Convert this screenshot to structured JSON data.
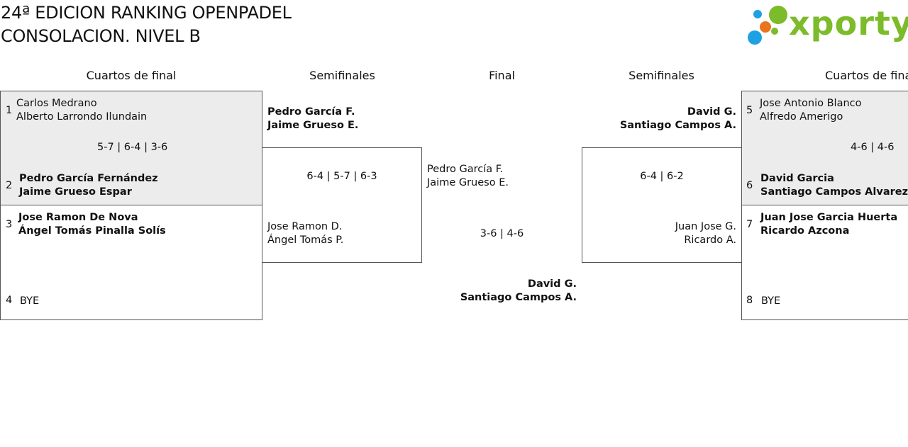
{
  "header": {
    "title_line1": "24ª EDICION RANKING OPENPADEL",
    "title_line2": "CONSOLACION. NIVEL B",
    "logo_text": "xporty"
  },
  "rounds": {
    "qf_left": "Cuartos de final",
    "sf_left": "Semifinales",
    "final": "Final",
    "sf_right": "Semifinales",
    "qf_right": "Cuartos de final"
  },
  "left_qf": {
    "m1": {
      "seed_a": "1",
      "a1": "Carlos Medrano",
      "a2": "Alberto Larrondo Ilundain",
      "score": "5-7 | 6-4 | 3-6",
      "seed_b": "2",
      "b1": "Pedro García Fernández",
      "b2": "Jaime Grueso Espar"
    },
    "m2": {
      "seed_a": "3",
      "a1": "Jose Ramon De Nova",
      "a2": "Ángel Tomás Pinalla Solís",
      "seed_b": "4",
      "b1": "BYE"
    }
  },
  "left_sf": {
    "a1": "Pedro García F.",
    "a2": "Jaime Grueso E.",
    "score": "6-4 | 5-7 | 6-3",
    "b1": "Jose Ramon D.",
    "b2": "Ángel Tomás P."
  },
  "final": {
    "a1": "Pedro García F.",
    "a2": "Jaime Grueso E.",
    "score": "3-6 | 4-6",
    "w1": "David G.",
    "w2": "Santiago Campos A."
  },
  "right_sf": {
    "a1": "David G.",
    "a2": "Santiago Campos A.",
    "score": "6-4 | 6-2",
    "b1": "Juan Jose G.",
    "b2": "Ricardo A."
  },
  "right_qf": {
    "m1": {
      "seed_a": "5",
      "a1": "Jose Antonio Blanco",
      "a2": "Alfredo Amerigo",
      "score": "4-6 | 4-6",
      "seed_b": "6",
      "b1": "David Garcia",
      "b2": "Santiago Campos Alvarez"
    },
    "m2": {
      "seed_a": "7",
      "a1": "Juan Jose Garcia Huerta",
      "a2": "Ricardo Azcona",
      "seed_b": "8",
      "b1": "BYE"
    }
  },
  "colors": {
    "logo_green": "#7cbb2a",
    "logo_blue": "#1da1e2",
    "logo_orange": "#e8741b",
    "match_bg": "#ececec"
  }
}
